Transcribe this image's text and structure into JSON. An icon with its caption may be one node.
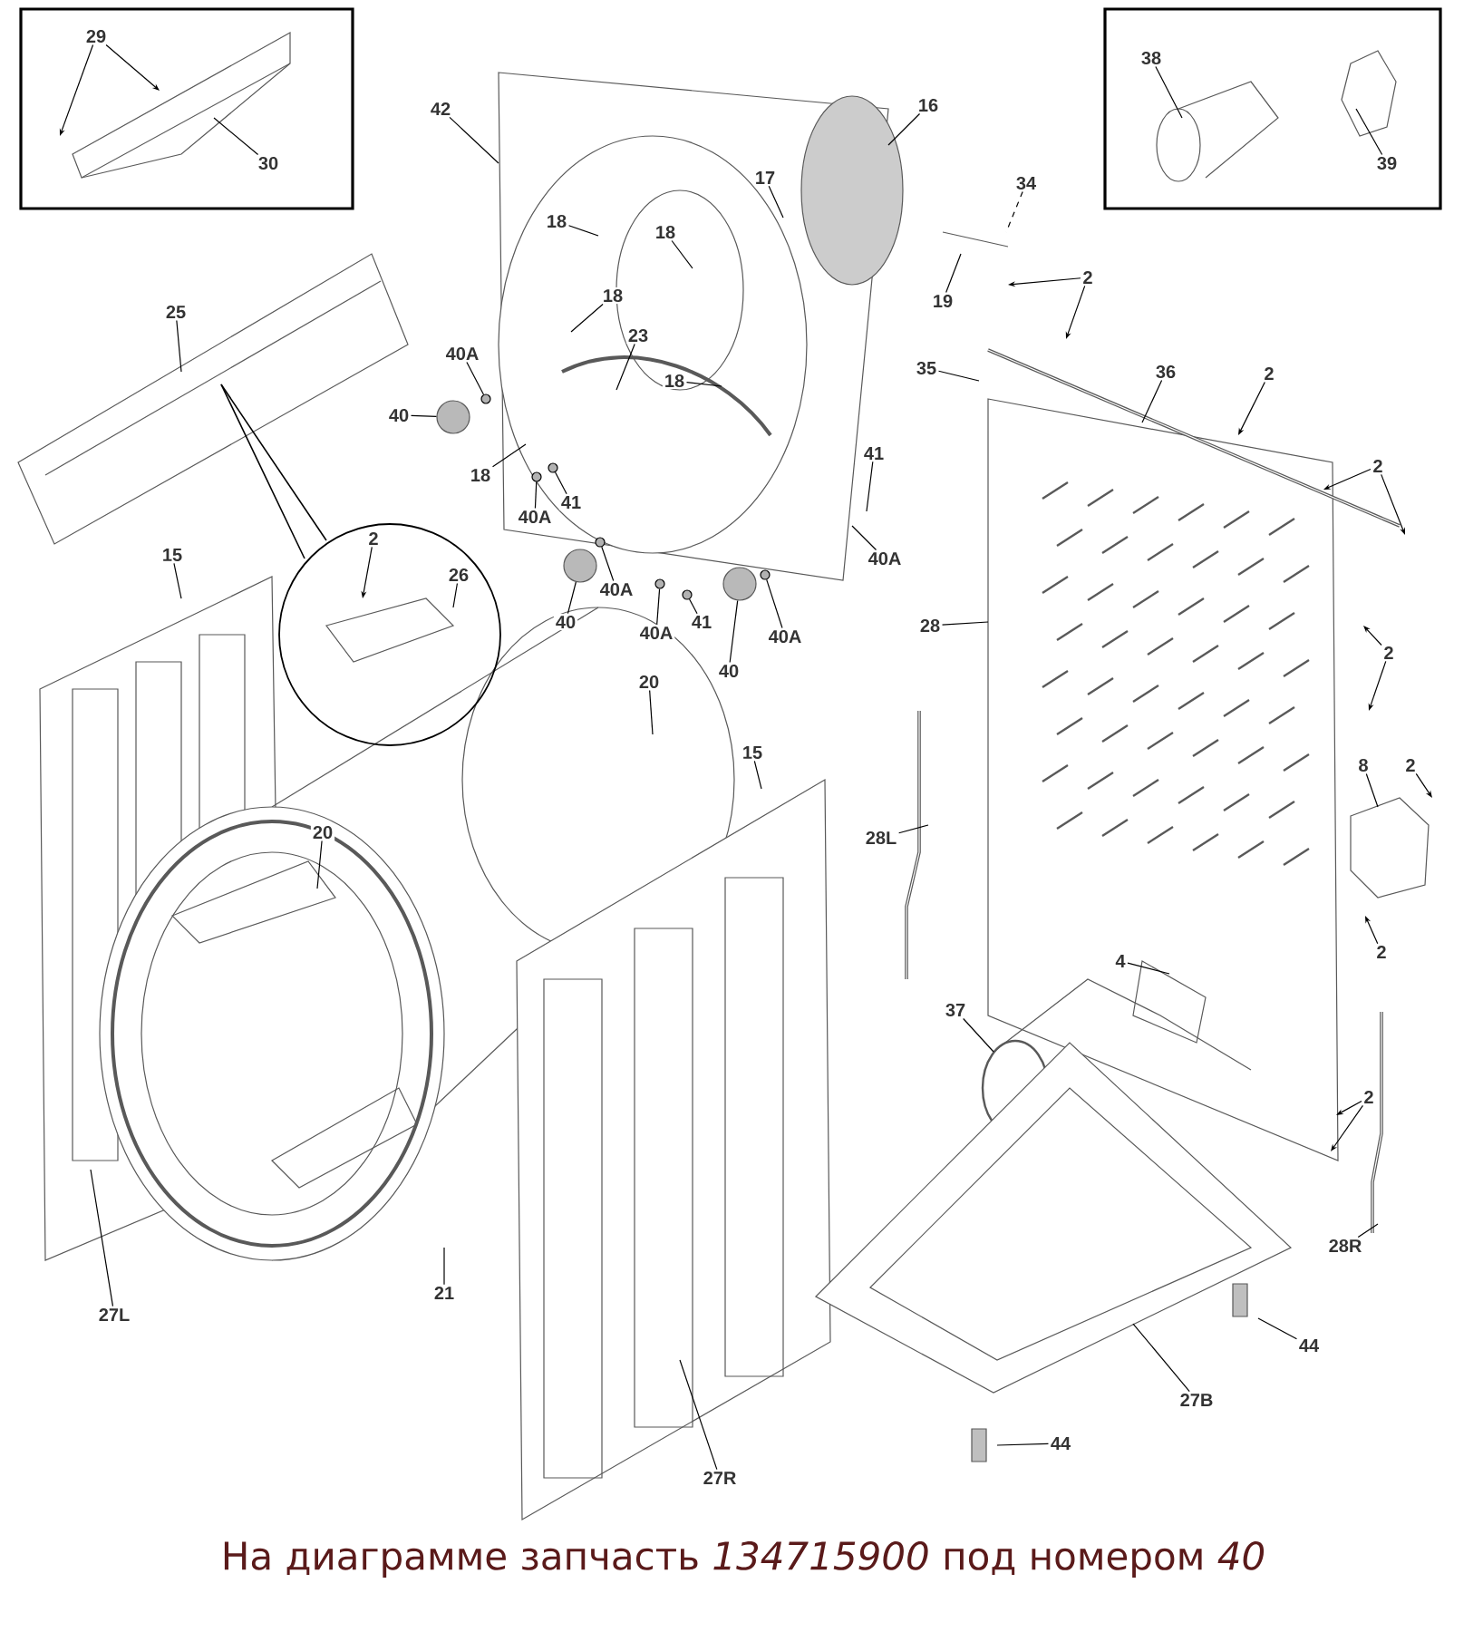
{
  "diagram": {
    "caption": "На диаграмме запчасть *134715900* под номером *40*",
    "nodes": [
      {
        "text": [],
        "shape": "box"
      },
      {
        "text": [
          "29"
        ],
        "in": 0
      },
      {
        "text": [
          "30"
        ],
        "in": 0
      },
      {
        "text": [],
        "shape": "box"
      },
      {
        "text": [
          "38"
        ],
        "in": 3
      },
      {
        "text": [
          "39"
        ],
        "in": 3
      },
      {
        "text": [
          "42"
        ]
      },
      {
        "text": [
          "16"
        ]
      },
      {
        "text": [
          "17"
        ]
      },
      {
        "text": [
          "18"
        ]
      },
      {
        "text": [
          "18"
        ]
      },
      {
        "text": [
          "18"
        ]
      },
      {
        "text": [
          "23"
        ]
      },
      {
        "text": [
          "18"
        ]
      },
      {
        "text": [
          "34"
        ]
      },
      {
        "text": [
          "19"
        ]
      },
      {
        "text": [
          "2"
        ]
      },
      {
        "text": [
          "25"
        ]
      },
      {
        "text": [
          "35"
        ]
      },
      {
        "text": [
          "36"
        ]
      },
      {
        "text": [
          "2"
        ]
      },
      {
        "text": [
          "40A"
        ]
      },
      {
        "text": [
          "40"
        ]
      },
      {
        "text": [
          "18"
        ]
      },
      {
        "text": [
          "41"
        ]
      },
      {
        "text": [
          "40A"
        ]
      },
      {
        "text": [
          "40A"
        ]
      },
      {
        "text": [
          "41"
        ]
      },
      {
        "text": [
          "40A"
        ]
      },
      {
        "text": [
          "40"
        ]
      },
      {
        "text": [
          "40A"
        ]
      },
      {
        "text": [
          "41"
        ]
      },
      {
        "text": [
          "40"
        ]
      },
      {
        "text": [
          "40A"
        ]
      },
      {
        "text": [
          "2"
        ]
      },
      {
        "text": [
          "28"
        ]
      },
      {
        "text": [
          "2"
        ]
      },
      {
        "text": [],
        "shape": "circle"
      },
      {
        "text": [
          "2"
        ],
        "in": 37
      },
      {
        "text": [
          "26"
        ],
        "in": 37
      },
      {
        "text": [
          "15"
        ]
      },
      {
        "text": [
          "20"
        ]
      },
      {
        "text": [
          "15"
        ]
      },
      {
        "text": [
          "20"
        ]
      },
      {
        "text": [
          "28L"
        ]
      },
      {
        "text": [
          "8"
        ]
      },
      {
        "text": [
          "2"
        ]
      },
      {
        "text": [
          "2"
        ]
      },
      {
        "text": [
          "4"
        ]
      },
      {
        "text": [
          "37"
        ]
      },
      {
        "text": [
          "2"
        ]
      },
      {
        "text": [
          "28R"
        ]
      },
      {
        "text": [
          "21"
        ]
      },
      {
        "text": [
          "27L"
        ]
      },
      {
        "text": [
          "27R"
        ]
      },
      {
        "text": [
          "44"
        ]
      },
      {
        "text": [
          "27B"
        ]
      },
      {
        "text": [
          "44"
        ]
      },
      {
        "text": [],
        "shape": "circle"
      },
      {
        "text": [],
        "shape": "circle"
      },
      {
        "text": [],
        "shape": "circle"
      },
      {
        "text": [],
        "shape": "circle"
      },
      {
        "text": [],
        "shape": "circle"
      },
      {
        "text": [],
        "shape": "circle"
      },
      {
        "text": [],
        "shape": "circle"
      },
      {
        "text": [],
        "shape": "circle"
      },
      {
        "text": [],
        "shape": "circle"
      },
      {
        "text": [],
        "shape": "circle"
      }
    ],
    "edges": [
      {
        "from": 1,
        "to": null,
        "arrow": "to"
      },
      {
        "from": 1,
        "to": null,
        "arrow": "to"
      },
      {
        "from": 2,
        "to": null,
        "arrow": "none"
      },
      {
        "from": 4,
        "to": null,
        "arrow": "none"
      },
      {
        "from": 5,
        "to": null,
        "arrow": "none"
      },
      {
        "from": 6,
        "to": null,
        "arrow": "none"
      },
      {
        "from": 7,
        "to": null,
        "arrow": "none"
      },
      {
        "from": 8,
        "to": null,
        "arrow": "none"
      },
      {
        "from": 9,
        "to": null,
        "arrow": "none"
      },
      {
        "from": 10,
        "to": null,
        "arrow": "none"
      },
      {
        "from": 11,
        "to": null,
        "arrow": "none"
      },
      {
        "from": 12,
        "to": null,
        "arrow": "none"
      },
      {
        "from": 13,
        "to": null,
        "arrow": "none"
      },
      {
        "from": 14,
        "to": null,
        "arrow": "none",
        "style": "dashed"
      },
      {
        "from": 15,
        "to": null,
        "arrow": "none"
      },
      {
        "from": 16,
        "to": null,
        "arrow": "to"
      },
      {
        "from": 16,
        "to": null,
        "arrow": "to"
      },
      {
        "from": 17,
        "to": null,
        "arrow": "none"
      },
      {
        "from": 18,
        "to": null,
        "arrow": "none"
      },
      {
        "from": 19,
        "to": null,
        "arrow": "none"
      },
      {
        "from": 20,
        "to": null,
        "arrow": "to"
      },
      {
        "from": 21,
        "to": 64,
        "arrow": "none"
      },
      {
        "from": 22,
        "to": 58,
        "arrow": "none"
      },
      {
        "from": 23,
        "to": null,
        "arrow": "none"
      },
      {
        "from": 24,
        "to": null,
        "arrow": "none"
      },
      {
        "from": 25,
        "to": null,
        "arrow": "none"
      },
      {
        "from": 26,
        "to": 65,
        "arrow": "none"
      },
      {
        "from": 27,
        "to": 61,
        "arrow": "none"
      },
      {
        "from": 28,
        "to": 66,
        "arrow": "none"
      },
      {
        "from": 29,
        "to": 59,
        "arrow": "none"
      },
      {
        "from": 30,
        "to": 62,
        "arrow": "none"
      },
      {
        "from": 31,
        "to": 67,
        "arrow": "none"
      },
      {
        "from": 32,
        "to": 60,
        "arrow": "none"
      },
      {
        "from": 33,
        "to": 63,
        "arrow": "none"
      },
      {
        "from": 34,
        "to": null,
        "arrow": "to"
      },
      {
        "from": 34,
        "to": null,
        "arrow": "to"
      },
      {
        "from": 35,
        "to": null,
        "arrow": "none"
      },
      {
        "from": 36,
        "to": null,
        "arrow": "to"
      },
      {
        "from": 36,
        "to": null,
        "arrow": "to"
      },
      {
        "from": 38,
        "to": null,
        "arrow": "to"
      },
      {
        "from": 39,
        "to": null,
        "arrow": "none"
      },
      {
        "from": 40,
        "to": null,
        "arrow": "none"
      },
      {
        "from": 41,
        "to": null,
        "arrow": "none"
      },
      {
        "from": 42,
        "to": null,
        "arrow": "none"
      },
      {
        "from": 43,
        "to": null,
        "arrow": "none"
      },
      {
        "from": 44,
        "to": null,
        "arrow": "none"
      },
      {
        "from": 45,
        "to": null,
        "arrow": "none"
      },
      {
        "from": 46,
        "to": null,
        "arrow": "to"
      },
      {
        "from": 47,
        "to": null,
        "arrow": "to"
      },
      {
        "from": 48,
        "to": null,
        "arrow": "none"
      },
      {
        "from": 49,
        "to": null,
        "arrow": "none"
      },
      {
        "from": 50,
        "to": null,
        "arrow": "to"
      },
      {
        "from": 50,
        "to": null,
        "arrow": "to"
      },
      {
        "from": 51,
        "to": null,
        "arrow": "none"
      },
      {
        "from": 52,
        "to": null,
        "arrow": "none"
      },
      {
        "from": 53,
        "to": null,
        "arrow": "none"
      },
      {
        "from": 54,
        "to": null,
        "arrow": "none"
      },
      {
        "from": 55,
        "to": null,
        "arrow": "none"
      },
      {
        "from": 56,
        "to": null,
        "arrow": "none"
      },
      {
        "from": 57,
        "to": null,
        "arrow": "none"
      }
    ]
  }
}
